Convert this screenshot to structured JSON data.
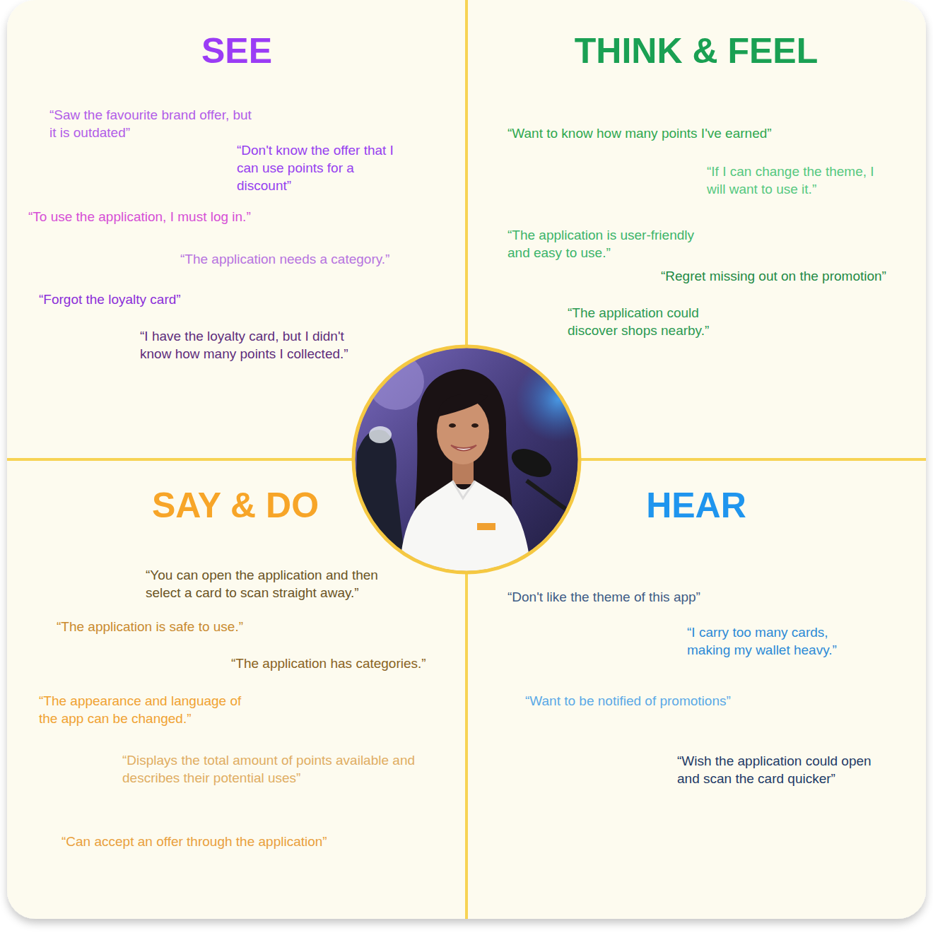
{
  "diagram": {
    "nodes": [
      {
        "text": [
          "SEE",
          "“Saw the favourite brand offer, but it is outdated”",
          "“Don't know the offer that I can use points for a discount”",
          "“To use the application, I must log in.”",
          "“The application needs a category.”",
          "“Forgot the loyalty card”",
          "“I have the loyalty card, but I didn't know how many points I collected.”"
        ]
      },
      {
        "text": [
          "THINK & FEEL",
          "“Want to know how many points I've earned”",
          "“If I can change the theme, I will want to use it.”",
          "“The application is user-friendly and easy to use.”",
          "“Regret missing out on the promotion”",
          "“The application could discover shops nearby.”"
        ]
      },
      {
        "text": [
          "SAY & DO",
          "“You can open the application and then select a card to scan straight away.”",
          "“The application is safe to use.”",
          "“The application has categories.”",
          "“The appearance and language of the app can be changed.”",
          "“Displays the total amount of points available and describes their potential uses”",
          "“Can accept an offer through the application”"
        ]
      },
      {
        "text": [
          "HEAR",
          "“Don't like the theme of this app”",
          "“I carry too many cards, making my wallet heavy.”",
          "“Want to be notified of promotions”",
          "“Wish the application could open and scan the card quicker”"
        ]
      }
    ]
  }
}
